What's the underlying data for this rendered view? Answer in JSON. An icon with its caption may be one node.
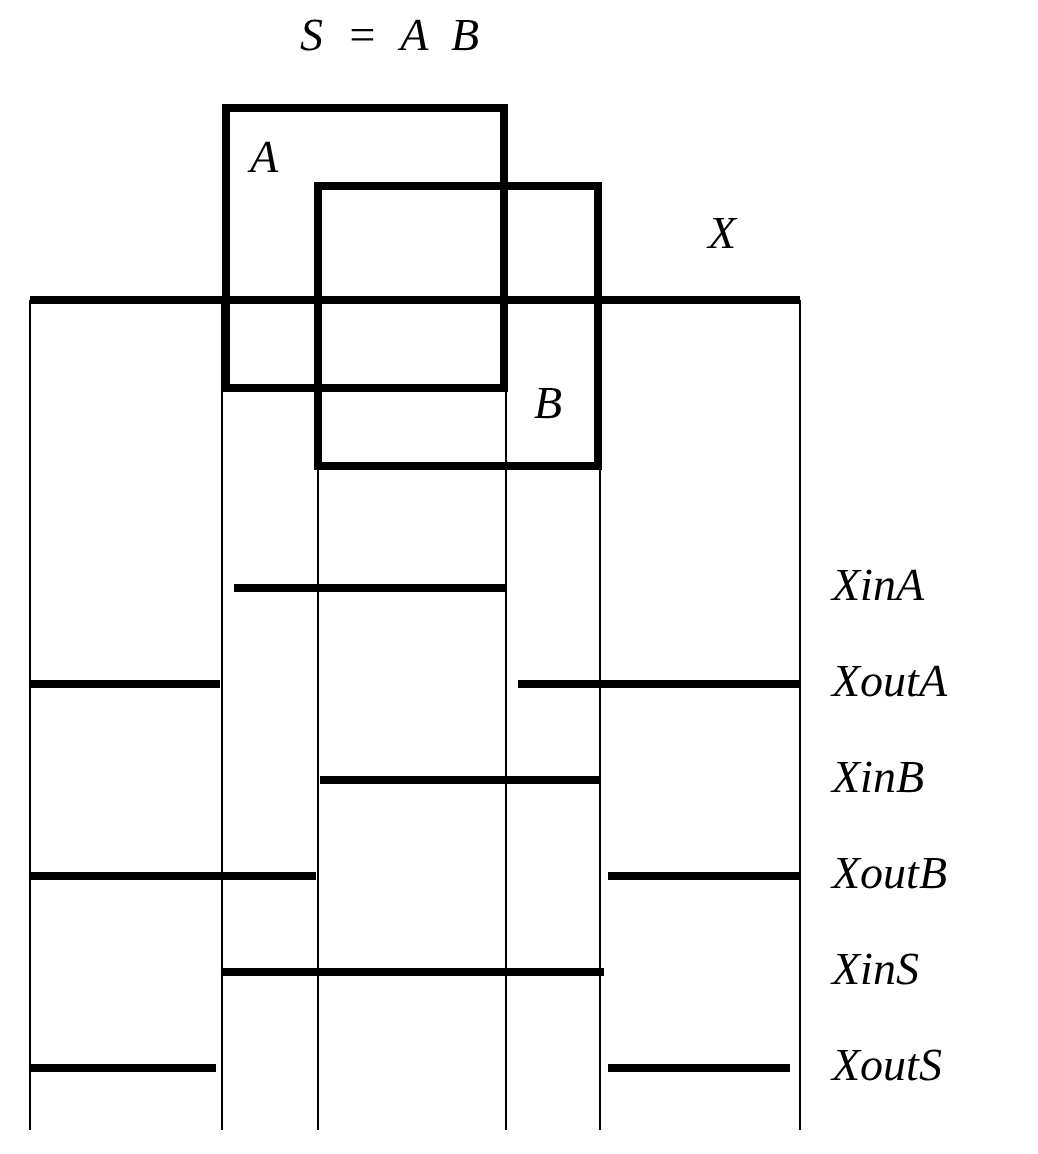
{
  "diagram": {
    "title": "S = A B",
    "nodes": [
      {
        "text": [
          "A"
        ]
      },
      {
        "text": [
          "B"
        ]
      }
    ],
    "labels": [
      "X",
      "XinA",
      "XoutA",
      "XinB",
      "XoutB",
      "XinS",
      "XoutS"
    ]
  }
}
